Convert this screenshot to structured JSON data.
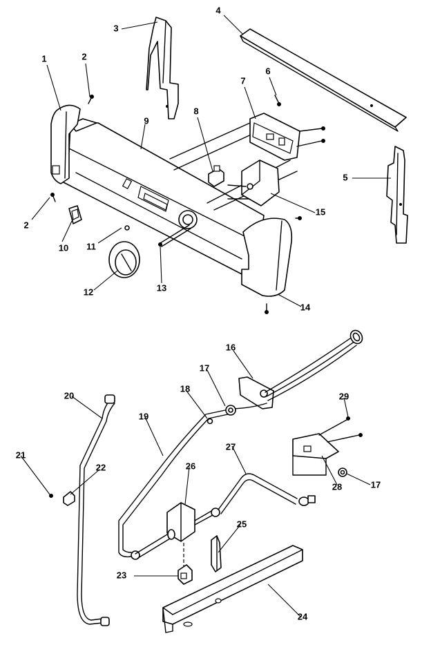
{
  "diagram": {
    "callouts": {
      "c1": "1",
      "c2a": "2",
      "c2b": "2",
      "c3": "3",
      "c4": "4",
      "c5": "5",
      "c6": "6",
      "c7": "7",
      "c8": "8",
      "c9": "9",
      "c10": "10",
      "c11": "11",
      "c12": "12",
      "c13": "13",
      "c14": "14",
      "c15": "15",
      "c16": "16",
      "c17a": "17",
      "c17b": "17",
      "c18": "18",
      "c19": "19",
      "c20": "20",
      "c21": "21",
      "c22": "22",
      "c23": "23",
      "c24": "24",
      "c25": "25",
      "c26": "26",
      "c27": "27",
      "c28": "28",
      "c29": "29"
    }
  }
}
